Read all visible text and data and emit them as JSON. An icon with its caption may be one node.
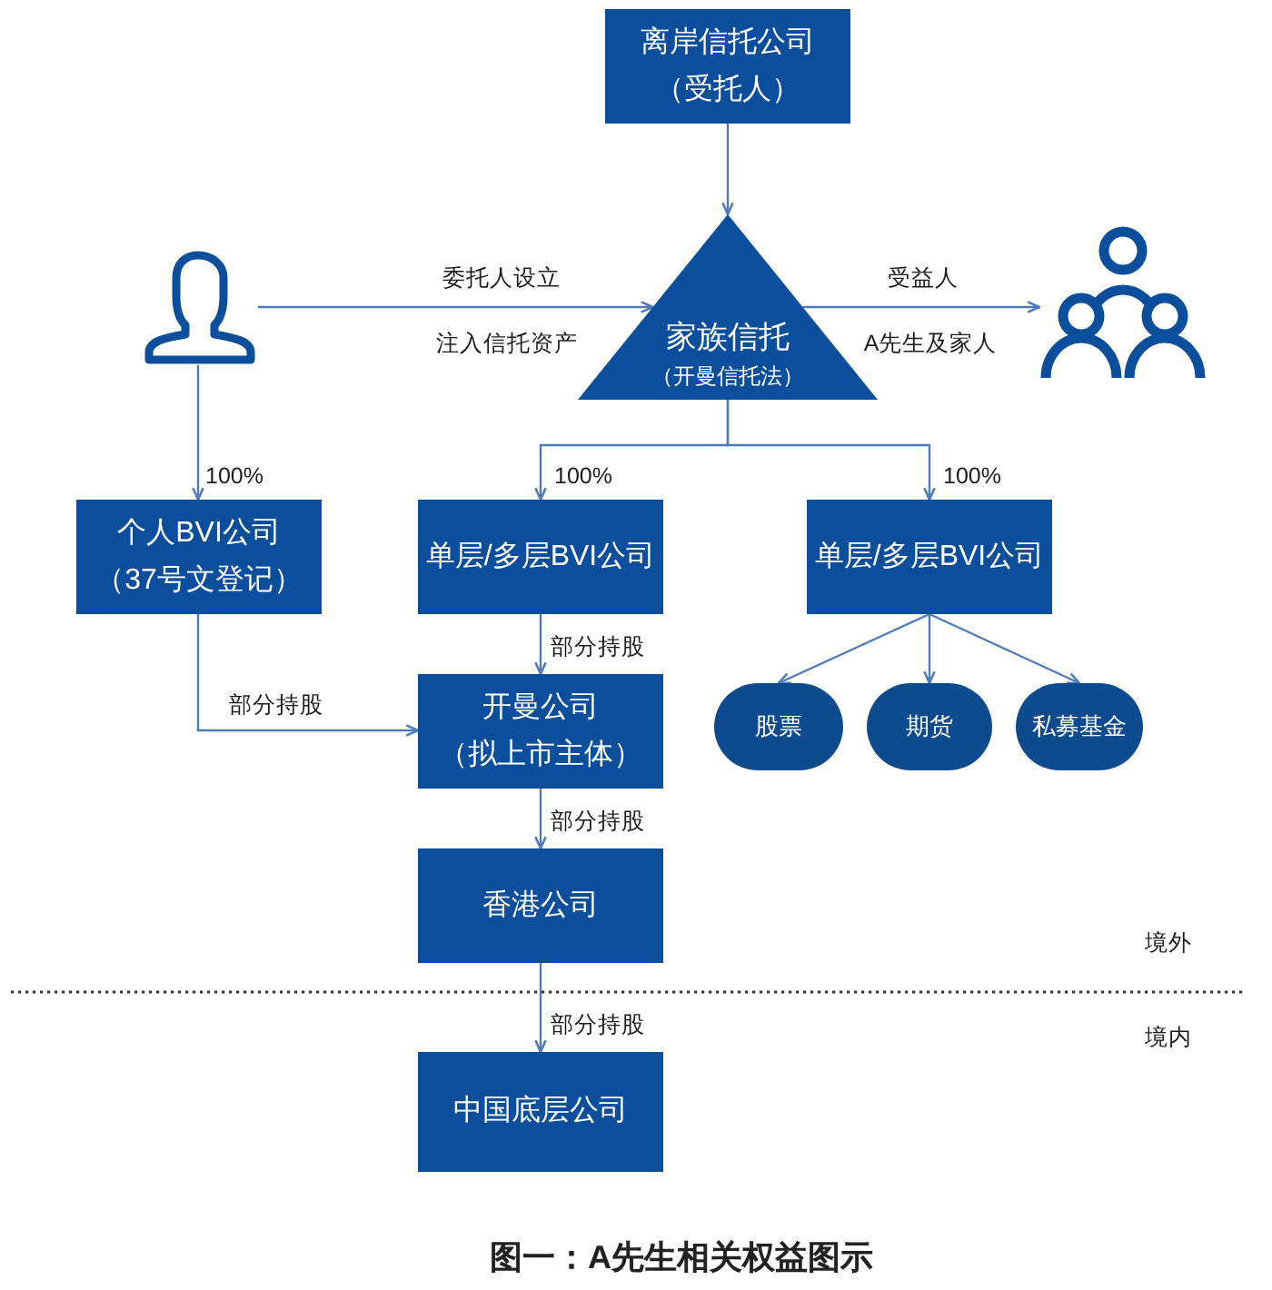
{
  "diagram": {
    "caption": "图一：A先生相关权益图示",
    "nodes": [
      {
        "text": [
          "离岸信托公司",
          "（受托人）"
        ]
      },
      {
        "text": [],
        "shape": "person"
      },
      {
        "text": [
          "家族信托",
          "（开曼信托法）"
        ]
      },
      {
        "text": [],
        "shape": "people"
      },
      {
        "text": [
          "个人BVI公司",
          "（37号文登记）"
        ]
      },
      {
        "text": [
          "单层/多层BVI公司"
        ]
      },
      {
        "text": [
          "单层/多层BVI公司"
        ]
      },
      {
        "text": [
          "开曼公司",
          "（拟上市主体）"
        ]
      },
      {
        "text": [
          "股票"
        ]
      },
      {
        "text": [
          "期货"
        ]
      },
      {
        "text": [
          "私募基金"
        ]
      },
      {
        "text": [
          "香港公司"
        ]
      },
      {
        "text": [
          "中国底层公司"
        ]
      }
    ],
    "edges": [
      {
        "from": 0,
        "to": 2,
        "arrow": "to"
      },
      {
        "from": 1,
        "to": 2,
        "arrow": "to",
        "label": "委托人设立"
      },
      {
        "from": 2,
        "to": 3,
        "arrow": "to",
        "label": "受益人"
      },
      {
        "from": 1,
        "to": 4,
        "arrow": "to",
        "label": "100%"
      },
      {
        "from": 2,
        "to": 5,
        "arrow": "to",
        "label": "100%"
      },
      {
        "from": 2,
        "to": 6,
        "arrow": "to",
        "label": "100%"
      },
      {
        "from": 5,
        "to": 7,
        "arrow": "to",
        "label": "部分持股"
      },
      {
        "from": 4,
        "to": 7,
        "arrow": "to",
        "label": "部分持股"
      },
      {
        "from": 6,
        "to": 8,
        "arrow": "to"
      },
      {
        "from": 6,
        "to": 9,
        "arrow": "to"
      },
      {
        "from": 6,
        "to": 10,
        "arrow": "to"
      },
      {
        "from": 7,
        "to": 11,
        "arrow": "to",
        "label": "部分持股"
      },
      {
        "from": 11,
        "to": 12,
        "arrow": "to",
        "label": "部分持股"
      }
    ],
    "labels": [
      "注入信托资产",
      "A先生及家人",
      "境外",
      "境内"
    ]
  }
}
